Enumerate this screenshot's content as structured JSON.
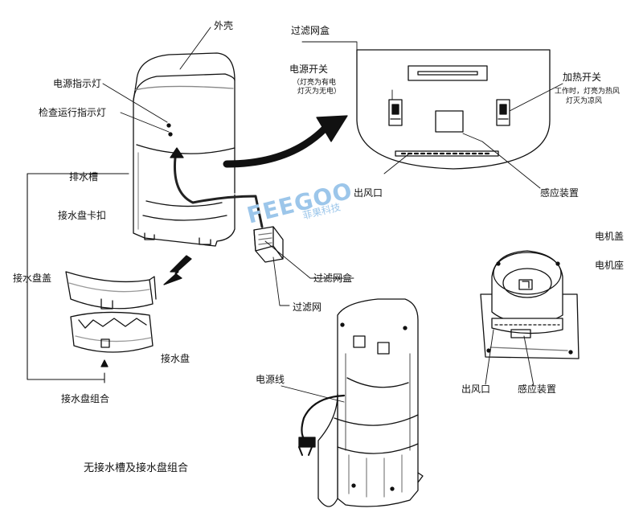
{
  "labels": {
    "shell": "外壳",
    "power_indicator": "电源指示灯",
    "check_indicator": "检查运行指示灯",
    "drain_slot": "排水槽",
    "tray_clip": "接水盘卡扣",
    "tray_cover": "接水盘盖",
    "tray": "接水盘",
    "tray_assembly": "接水盘组合",
    "no_tray_note": "无接水槽及接水盘组合",
    "filter_box_top": "过滤网盒",
    "power_switch": "电源开关",
    "power_switch_note_1": "（灯亮为有电",
    "power_switch_note_2": "灯灭为无电）",
    "heat_switch": "加热开关",
    "heat_switch_note_1": "工作时，灯亮为热风",
    "heat_switch_note_2": "灯灭为凉风",
    "air_outlet": "出风口",
    "sensor": "感应装置",
    "filter_box": "过滤网盒",
    "filter_net": "过滤网",
    "power_cord": "电源线",
    "motor_cover": "电机盖",
    "motor_base": "电机座",
    "air_outlet_2": "出风口",
    "sensor_2": "感应装置"
  },
  "watermark": {
    "brand": "FEEGOO",
    "cn": "菲果科技",
    "color": "#9cc6ea"
  }
}
